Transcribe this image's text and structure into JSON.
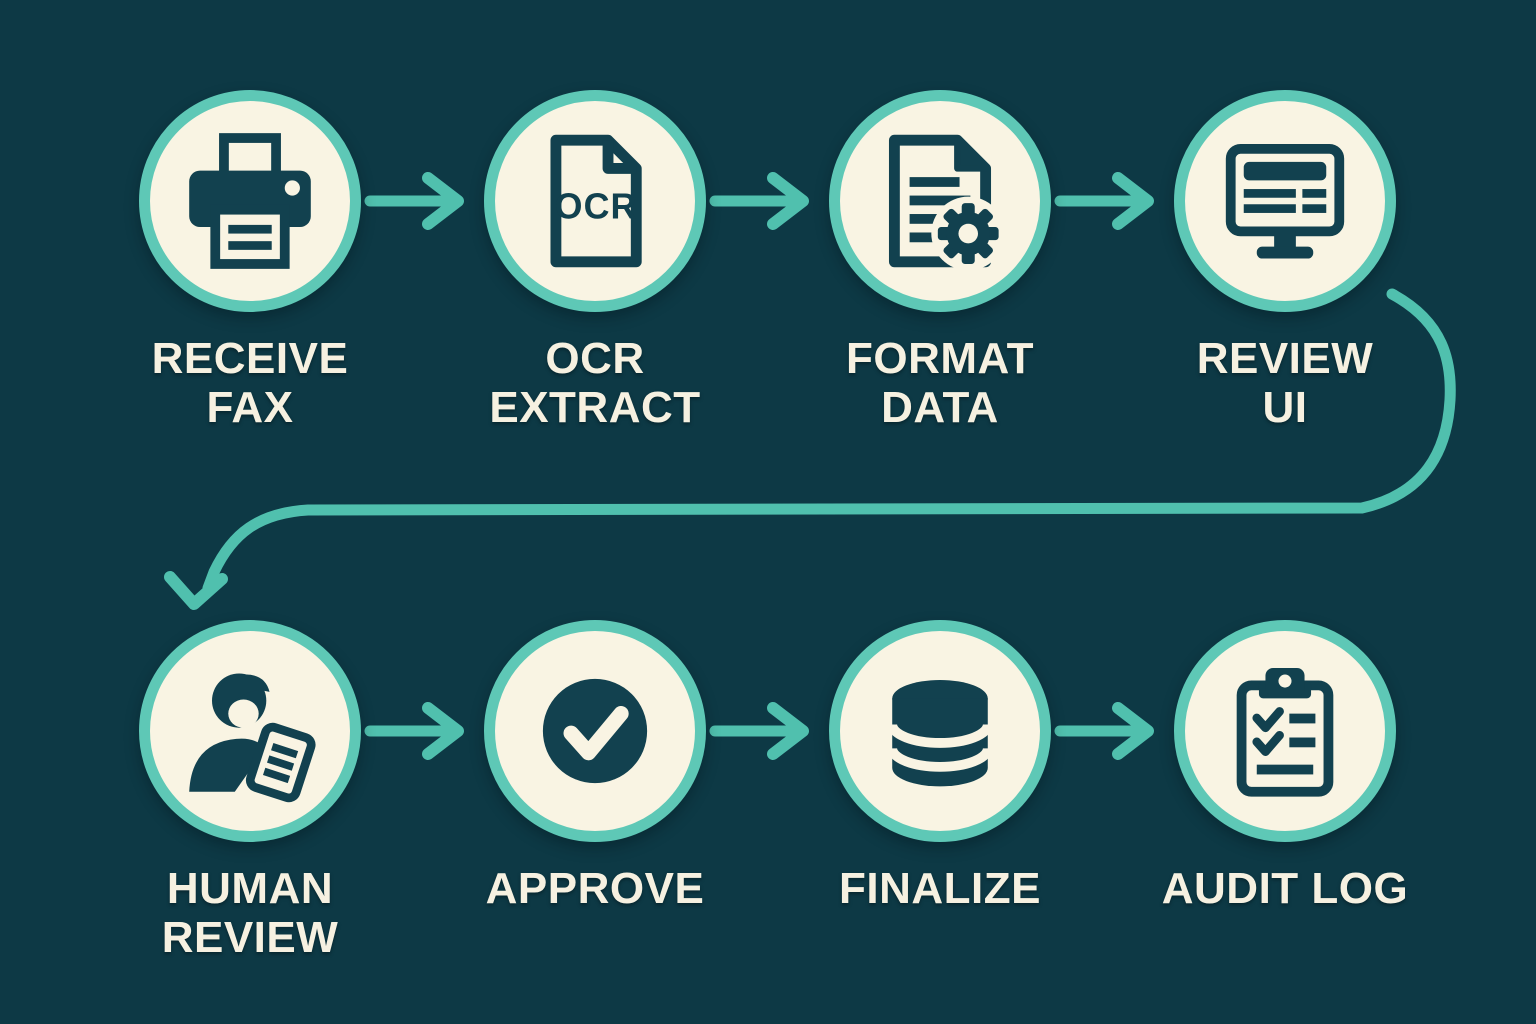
{
  "flowchart": {
    "colors": {
      "background": "#0d3945",
      "node_fill": "#f9f4e3",
      "node_border": "#5ec8b6",
      "arrow": "#50c0ae",
      "ink": "#12414f",
      "label": "#f6f1e1"
    },
    "layout": {
      "rows": 2,
      "steps_per_row": 4,
      "flow": "left-to-right, wrap to second row via curved arrow"
    }
  },
  "steps": [
    {
      "id": "receive-fax",
      "row": 1,
      "label": "RECEIVE\nFAX",
      "icon": "fax-printer-icon"
    },
    {
      "id": "ocr-extract",
      "row": 1,
      "label": "OCR\nEXTRACT",
      "icon": "ocr-document-icon",
      "icon_text": "OCR"
    },
    {
      "id": "format-data",
      "row": 1,
      "label": "FORMAT\nDATA",
      "icon": "document-gear-icon"
    },
    {
      "id": "review-ui",
      "row": 1,
      "label": "REVIEW\nUI",
      "icon": "monitor-icon"
    },
    {
      "id": "human-review",
      "row": 2,
      "label": "HUMAN\nREVIEW",
      "icon": "person-document-icon"
    },
    {
      "id": "approve",
      "row": 2,
      "label": "APPROVE",
      "icon": "check-circle-icon"
    },
    {
      "id": "finalize",
      "row": 2,
      "label": "FINALIZE",
      "icon": "database-icon"
    },
    {
      "id": "audit-log",
      "row": 2,
      "label": "AUDIT LOG",
      "icon": "clipboard-checklist-icon"
    }
  ],
  "connections": [
    {
      "from": "receive-fax",
      "to": "ocr-extract",
      "style": "straight-arrow"
    },
    {
      "from": "ocr-extract",
      "to": "format-data",
      "style": "straight-arrow"
    },
    {
      "from": "format-data",
      "to": "review-ui",
      "style": "straight-arrow"
    },
    {
      "from": "review-ui",
      "to": "human-review",
      "style": "curved-arrow"
    },
    {
      "from": "human-review",
      "to": "approve",
      "style": "straight-arrow"
    },
    {
      "from": "approve",
      "to": "finalize",
      "style": "straight-arrow"
    },
    {
      "from": "finalize",
      "to": "audit-log",
      "style": "straight-arrow"
    }
  ]
}
